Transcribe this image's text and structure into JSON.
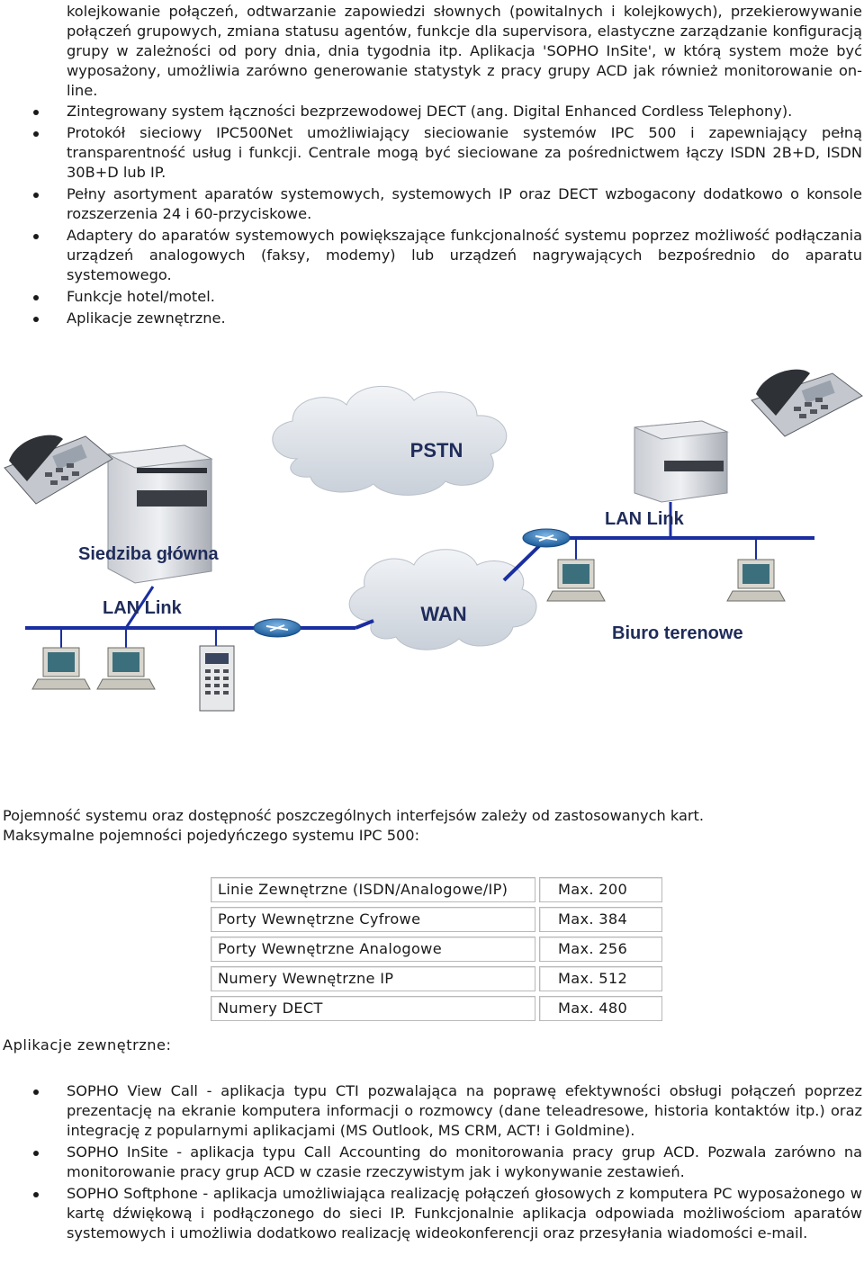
{
  "intro": {
    "continuation": "kolejkowanie połączeń, odtwarzanie zapowiedzi słownych (powitalnych i kolejkowych), przekierowywanie połączeń grupowych, zmiana statusu agentów, funkcje dla supervisora, elastyczne zarządzanie konfiguracją grupy w zależności od pory dnia, dnia tygodnia itp. Aplikacja 'SOPHO InSite', w którą system może być wyposażony, umożliwia zarówno generowanie statystyk z pracy grupy ACD jak również monitorowanie on-line."
  },
  "features": [
    "Zintegrowany system łączności bezprzewodowej DECT (ang. Digital Enhanced Cordless Telephony).",
    "Protokół sieciowy IPC500Net umożliwiający sieciowanie systemów IPC 500 i zapewniający pełną transparentność usług i funkcji. Centrale mogą być sieciowane za pośrednictwem łączy ISDN 2B+D, ISDN 30B+D lub IP.",
    "Pełny asortyment aparatów systemowych, systemowych IP oraz DECT wzbogacony dodatkowo o konsole rozszerzenia 24 i 60-przyciskowe.",
    "Adaptery do aparatów systemowych powiększające funkcjonalność systemu poprzez możliwość podłączania urządzeń analogowych (faksy, modemy) lub urządzeń nagrywających bezpośrednio do aparatu systemowego.",
    "Funkcje hotel/motel.",
    "Aplikacje zewnętrzne."
  ],
  "diagram": {
    "labels": {
      "pstn": "PSTN",
      "wan": "WAN",
      "lan_link_main": "LAN Link",
      "lan_link_remote": "LAN Link",
      "headquarters": "Siedziba główna",
      "branch": "Biuro terenowe"
    },
    "colors": {
      "cloud": "#dfe4ea",
      "network_line": "#1a2ea0",
      "router": "#2c7dc0",
      "label": "#1f2c5a"
    }
  },
  "capacity": {
    "intro_line1": "Pojemność systemu oraz dostępność poszczególnych interfejsów zależy od zastosowanych kart.",
    "intro_line2": "Maksymalne pojemności pojedyńczego systemu IPC 500:",
    "rows": [
      {
        "label": "Linie Zewnętrzne (ISDN/Analogowe/IP)",
        "value": "Max. 200"
      },
      {
        "label": "Porty Wewnętrzne Cyfrowe",
        "value": "Max. 384"
      },
      {
        "label": "Porty Wewnętrzne Analogowe",
        "value": "Max. 256"
      },
      {
        "label": "Numery Wewnętrzne IP",
        "value": "Max. 512"
      },
      {
        "label": "Numery DECT",
        "value": "Max. 480"
      }
    ]
  },
  "apps": {
    "heading": "Aplikacje zewnętrzne:",
    "items": [
      "SOPHO View Call - aplikacja typu CTI pozwalająca na poprawę efektywności obsługi połączeń poprzez prezentację na ekranie komputera informacji o rozmowcy (dane teleadresowe, historia kontaktów itp.) oraz integrację z popularnymi aplikacjami (MS Outlook, MS CRM, ACT! i Goldmine).",
      "SOPHO InSite - aplikacja typu Call Accounting do monitorowania pracy grup ACD. Pozwala zarówno na monitorowanie pracy grup ACD w czasie rzeczywistym jak i wykonywanie zestawień.",
      "SOPHO Softphone - aplikacja umożliwiająca realizację połączeń głosowych z komputera PC wyposażonego w kartę dźwiękową i podłączonego do sieci IP. Funkcjonalnie aplikacja odpowiada możliwościom aparatów systemowych i umożliwia dodatkowo realizację wideokonferencji oraz przesyłania wiadomości e-mail."
    ]
  }
}
